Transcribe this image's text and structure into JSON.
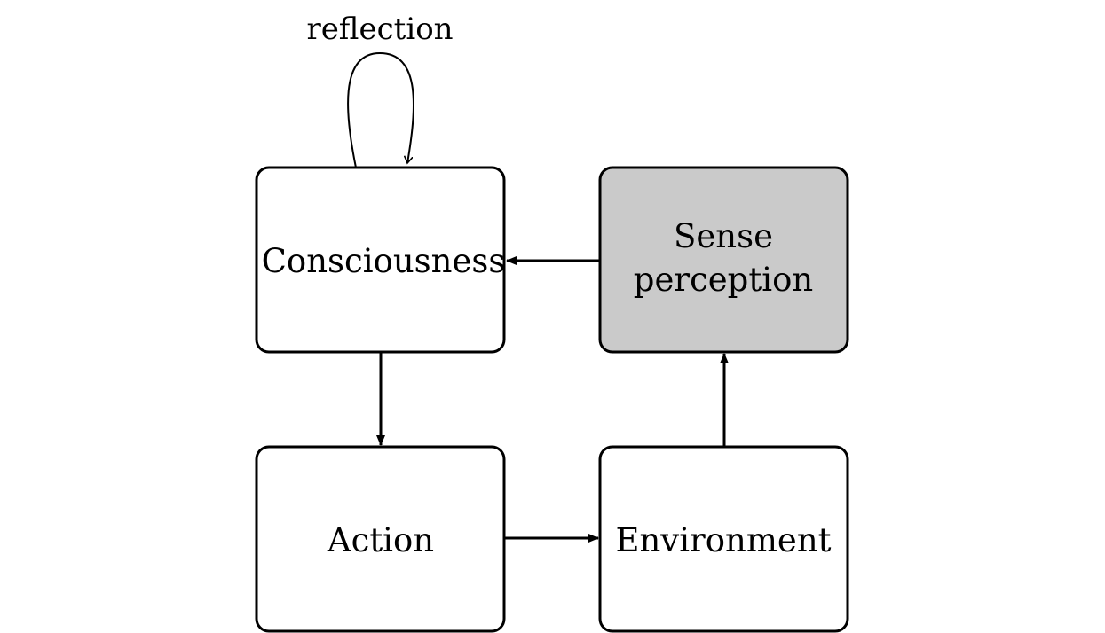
{
  "diagram": {
    "nodes": {
      "consciousness": {
        "label": "Consciousness"
      },
      "sense_perception": {
        "label_line1": "Sense",
        "label_line2": "perception"
      },
      "action": {
        "label": "Action"
      },
      "environment": {
        "label": "Environment"
      }
    },
    "loop": {
      "label": "reflection"
    },
    "edges": [
      {
        "from": "Sense perception",
        "to": "Consciousness"
      },
      {
        "from": "Consciousness",
        "to": "Action"
      },
      {
        "from": "Action",
        "to": "Environment"
      },
      {
        "from": "Environment",
        "to": "Sense perception"
      },
      {
        "from": "Consciousness",
        "to": "Consciousness",
        "label": "reflection"
      }
    ],
    "colors": {
      "box_stroke": "#000000",
      "box_fill": "#ffffff",
      "highlight_fill": "#cacaca",
      "arrow": "#000000"
    }
  }
}
